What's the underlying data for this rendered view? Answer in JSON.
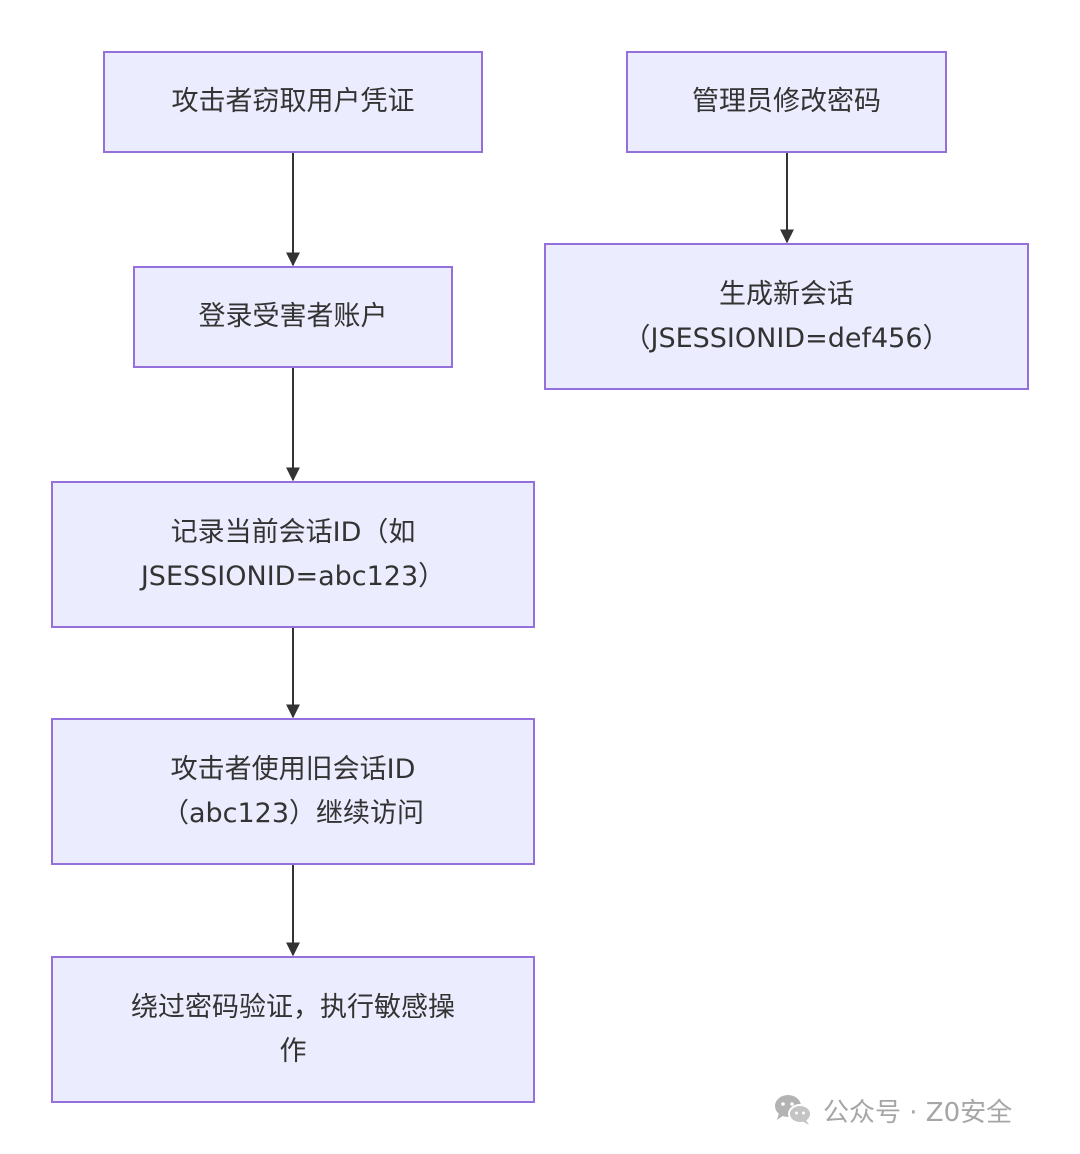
{
  "nodes": {
    "steal_credentials": "攻击者窃取用户凭证",
    "login_victim": "登录受害者账户",
    "record_session": [
      "记录当前会话ID（如",
      "JSESSIONID=abc123）"
    ],
    "reuse_session": [
      "攻击者使用旧会话ID",
      "（abc123）继续访问"
    ],
    "bypass_password": [
      "绕过密码验证，执行敏感操",
      "作"
    ],
    "admin_change_password": "管理员修改密码",
    "new_session": [
      "生成新会话",
      "（JSESSIONID=def456）"
    ]
  },
  "watermark": {
    "icon": "wechat-icon",
    "text": "公众号 · Z0安全"
  },
  "colors": {
    "node_fill": "#ececff",
    "node_border": "#9370db",
    "edge": "#333333",
    "watermark": "#a6a6a6"
  }
}
